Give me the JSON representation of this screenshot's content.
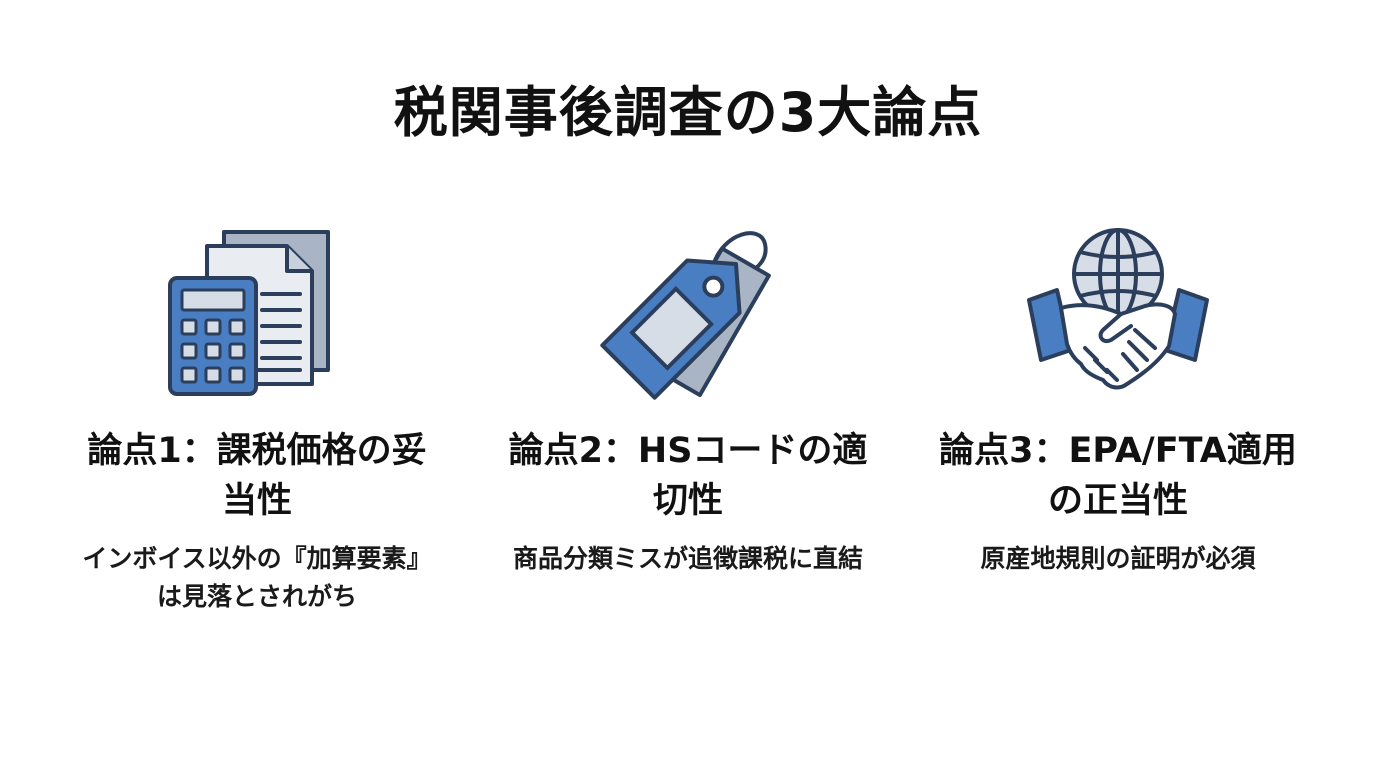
{
  "title": "税関事後調査の3大論点",
  "points": [
    {
      "icon": "calculator-documents-icon",
      "title": "論点1：課税価格の妥当性",
      "desc": "インボイス以外の『加算要素』は見落とされがち"
    },
    {
      "icon": "price-tag-icon",
      "title": "論点2：HSコードの適切性",
      "desc": "商品分類ミスが追徴課税に直結"
    },
    {
      "icon": "globe-handshake-icon",
      "title": "論点3：EPA/FTA適用の正当性",
      "desc": "原産地規則の証明が必須"
    }
  ],
  "colors": {
    "accent_blue": "#4a7ec2",
    "outline": "#2b3f5c",
    "light_gray": "#d7dde6",
    "mid_gray": "#a9b4c4"
  }
}
